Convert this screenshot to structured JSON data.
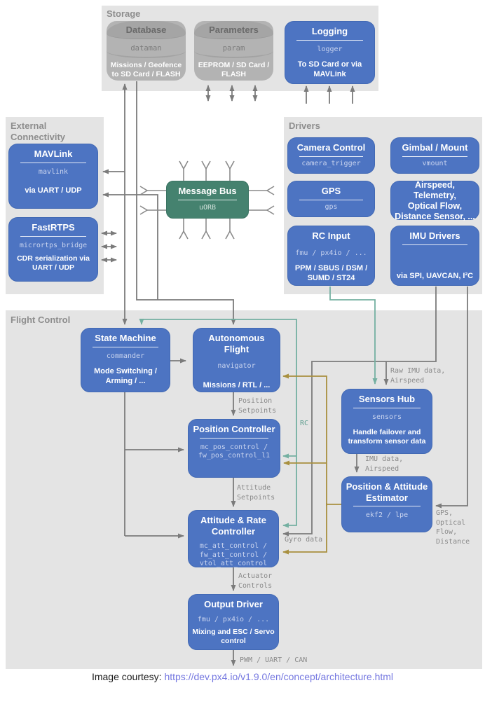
{
  "colors": {
    "box_blue": "#4d74c2",
    "bus_teal": "#45826f",
    "section_gray": "#e4e4e4",
    "connector_gray": "#7b7b7b",
    "connector_teal": "#74b0a1",
    "connector_gold": "#a8903f",
    "link_blue": "#7477e0"
  },
  "storage": {
    "label": "Storage",
    "database": {
      "title": "Database",
      "code": "dataman",
      "caption": "Missions / Geofence\nto SD Card / FLASH"
    },
    "parameters": {
      "title": "Parameters",
      "code": "param",
      "caption": "EEPROM / SD Card /\nFLASH"
    },
    "logging": {
      "title": "Logging",
      "code": "logger",
      "desc": "To SD Card or via\nMAVLink"
    }
  },
  "external": {
    "label": "External\nConnectivity",
    "mavlink": {
      "title": "MAVLink",
      "code": "mavlink",
      "desc": "via UART / UDP"
    },
    "fastrtps": {
      "title": "FastRTPS",
      "code": "micrortps_bridge",
      "desc": "CDR serialization via\nUART / UDP"
    }
  },
  "bus": {
    "title": "Message Bus",
    "code": "uORB"
  },
  "drivers": {
    "label": "Drivers",
    "camera": {
      "title": "Camera Control",
      "code": "camera_trigger"
    },
    "gimbal": {
      "title": "Gimbal / Mount",
      "code": "vmount"
    },
    "gps": {
      "title": "GPS",
      "code": "gps"
    },
    "misc": {
      "title": "Airspeed, Telemetry,\nOptical Flow,\nDistance Sensor, ..."
    },
    "rc": {
      "title": "RC Input",
      "code": "fmu / px4io / ...",
      "desc": "PPM / SBUS / DSM /\nSUMD / ST24"
    },
    "imu": {
      "title": "IMU Drivers",
      "desc": "via SPI, UAVCAN, I²C"
    }
  },
  "flight": {
    "label": "Flight Control",
    "state_machine": {
      "title": "State Machine",
      "code": "commander",
      "desc": "Mode Switching /\nArming / ..."
    },
    "autonomous": {
      "title": "Autonomous Flight",
      "code": "navigator",
      "desc": "Missions / RTL / ..."
    },
    "position_controller": {
      "title": "Position Controller",
      "code": "mc_pos_control /\nfw_pos_control_l1"
    },
    "attitude_controller": {
      "title": "Attitude & Rate\nController",
      "code": "mc_att_control /\nfw_att_control /\nvtol_att_control"
    },
    "output_driver": {
      "title": "Output Driver",
      "code": "fmu / px4io / ...",
      "desc": "Mixing and ESC / Servo\ncontrol"
    },
    "sensors_hub": {
      "title": "Sensors Hub",
      "code": "sensors",
      "desc": "Handle failover and\ntransform sensor data"
    },
    "estimator": {
      "title": "Position & Attitude\nEstimator",
      "code": "ekf2 / lpe"
    }
  },
  "labels": {
    "position_setpoints": "Position\nSetpoints",
    "attitude_setpoints": "Attitude\nSetpoints",
    "actuator_controls": "Actuator\nControls",
    "pwm": "PWM / UART / CAN",
    "raw_imu": "Raw IMU data,\nAirspeed",
    "imu_data": "IMU data,\nAirspeed",
    "gps_flow": "GPS,\nOptical\nFlow,\nDistance",
    "rc": "RC",
    "gyro": "Gyro data"
  },
  "footer": {
    "prefix": "Image courtesy: ",
    "link": "https://dev.px4.io/v1.9.0/en/concept/architecture.html"
  }
}
